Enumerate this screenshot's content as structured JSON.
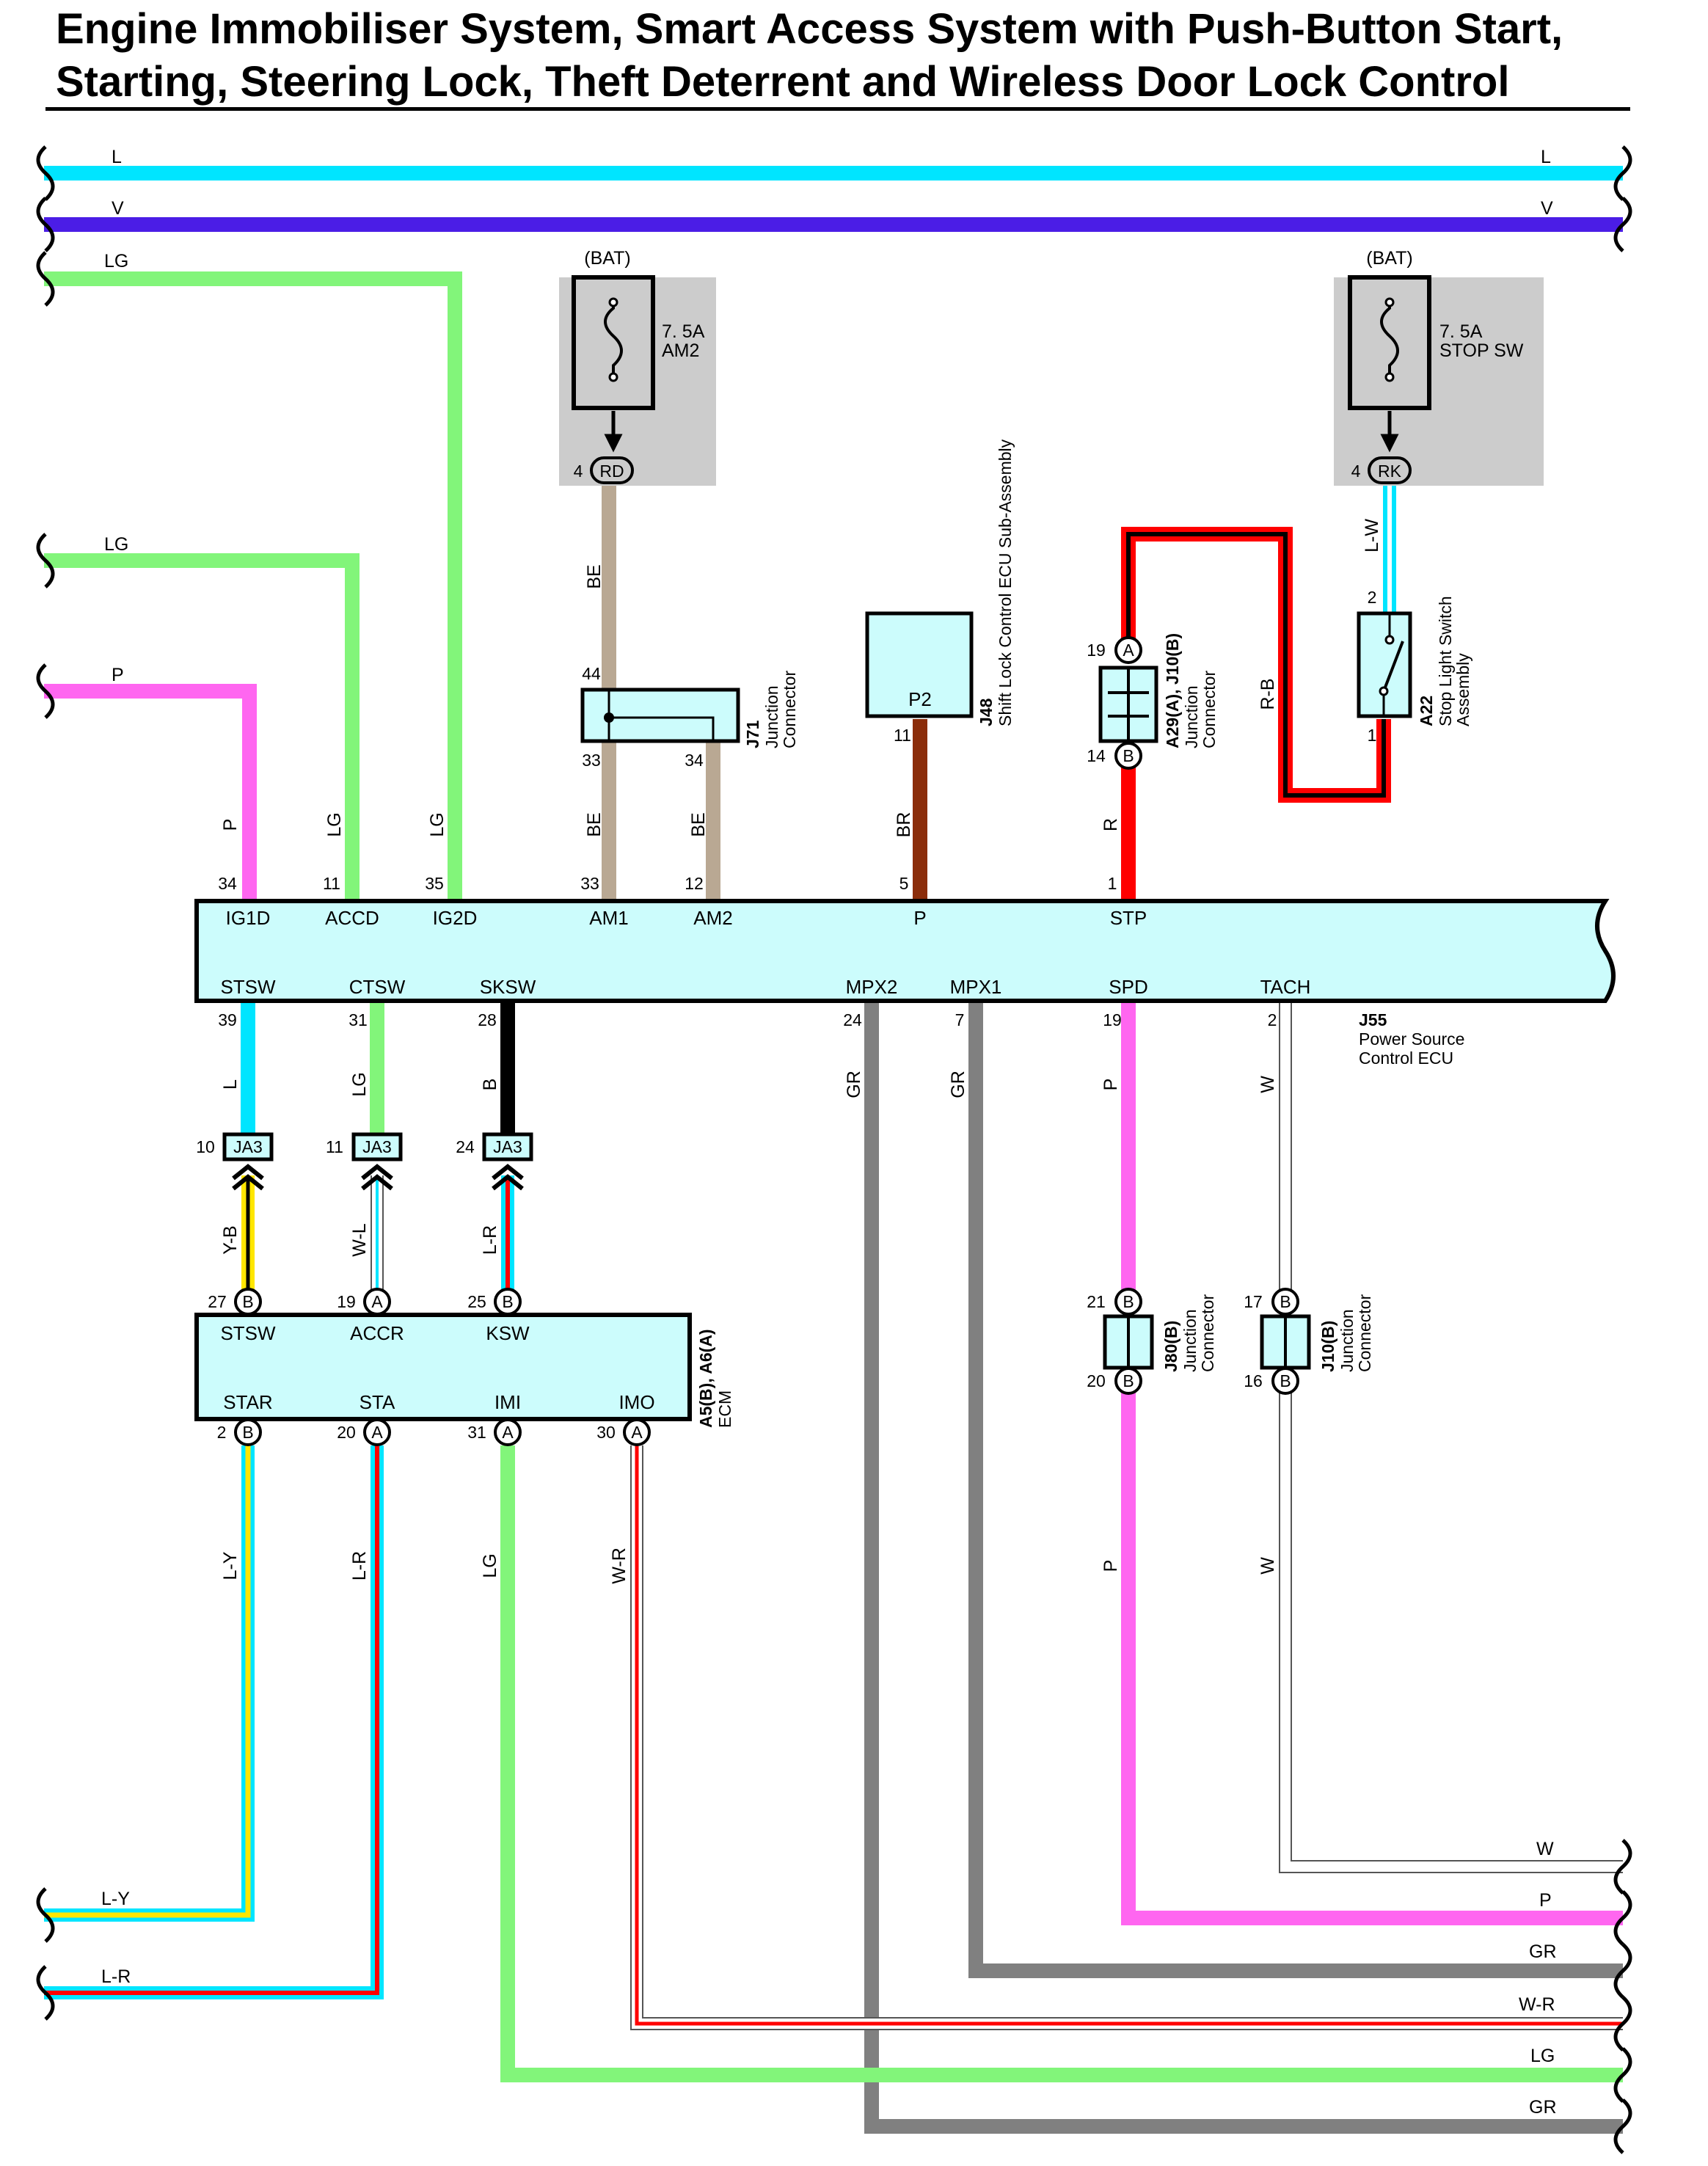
{
  "title": {
    "line1": "Engine Immobiliser System, Smart Access System with Push-Button Start,",
    "line2": "Starting, Steering Lock, Theft Deterrent and Wireless Door Lock Control"
  },
  "colors": {
    "L": "#00e5ff",
    "V": "#4b1de6",
    "LG": "#82f57a",
    "P": "#ff66f0",
    "BE": "#b9a893",
    "BR": "#8b2d0a",
    "R": "#ff0000",
    "B": "#000000",
    "GR": "#808080",
    "W": "#ffffff",
    "Y": "#ffe600",
    "ecu_fill": "#ccfcfc",
    "fuse_box": "#cccccc"
  },
  "bus": {
    "l_left": "L",
    "l_right": "L",
    "v_left": "V",
    "v_right": "V",
    "lg_top": "LG",
    "lg_mid": "LG",
    "p_left": "P"
  },
  "fuses": {
    "am2": {
      "source": "(BAT)",
      "rating": "7. 5A",
      "name": "AM2",
      "pin": "4",
      "connector": "RD"
    },
    "stop": {
      "source": "(BAT)",
      "rating": "7. 5A",
      "name": "STOP SW",
      "pin": "4",
      "connector": "RK"
    }
  },
  "components": {
    "j55": {
      "id": "J55",
      "name_line1": "Power Source",
      "name_line2": "Control ECU",
      "top_terms": [
        "IG1D",
        "ACCD",
        "IG2D",
        "AM1",
        "AM2",
        "P",
        "STP"
      ],
      "bottom_terms": [
        "STSW",
        "CTSW",
        "SKSW",
        "MPX2",
        "MPX1",
        "SPD",
        "TACH"
      ]
    },
    "j71": {
      "id": "J71",
      "name_line1": "Junction",
      "name_line2": "Connector",
      "pin_in": "44",
      "pin_out1": "33",
      "pin_out2": "34"
    },
    "j48": {
      "id": "J48",
      "name": "Shift Lock Control ECU Sub-Assembly",
      "label": "P2",
      "pin": "11"
    },
    "a29": {
      "id": "A29(A), J10(B)",
      "name_line1": "Junction",
      "name_line2": "Connector",
      "pin_top": "19",
      "pin_top_tag": "A",
      "pin_bot": "14",
      "pin_bot_tag": "B"
    },
    "a22": {
      "id": "A22",
      "name_line1": "Stop Light Switch",
      "name_line2": "Assembly",
      "pin_top": "2",
      "pin_bot": "1"
    },
    "ecm": {
      "id": "A5(B), A6(A)",
      "name": "ECM",
      "top_terms": [
        "STSW",
        "ACCR",
        "KSW"
      ],
      "bottom_terms": [
        "STAR",
        "STA",
        "IMI",
        "IMO"
      ]
    },
    "j80": {
      "id": "J80(B)",
      "name_line1": "Junction",
      "name_line2": "Connector",
      "pin_top": "21",
      "pin_bot": "20",
      "tag": "B"
    },
    "j10": {
      "id": "J10(B)",
      "name_line1": "Junction",
      "name_line2": "Connector",
      "pin_top": "17",
      "pin_bot": "16",
      "tag": "B"
    },
    "ja3": {
      "label": "JA3",
      "pin_stsw": "10",
      "pin_ctsw": "11",
      "pin_sksw": "24"
    }
  },
  "pins": {
    "j55_top": [
      "34",
      "11",
      "35",
      "33",
      "12",
      "5",
      "1"
    ],
    "j55_bottom": [
      "39",
      "31",
      "28",
      "24",
      "7",
      "19",
      "2"
    ],
    "ecm_top": [
      {
        "pin": "27",
        "tag": "B"
      },
      {
        "pin": "19",
        "tag": "A"
      },
      {
        "pin": "25",
        "tag": "B"
      }
    ],
    "ecm_bottom": [
      {
        "pin": "2",
        "tag": "B"
      },
      {
        "pin": "20",
        "tag": "A"
      },
      {
        "pin": "31",
        "tag": "A"
      },
      {
        "pin": "30",
        "tag": "A"
      }
    ]
  },
  "wire_labels": {
    "be_rd": "BE",
    "j71_33": "BE",
    "j71_34": "BE",
    "ig1d": "P",
    "accd": "LG",
    "ig2d": "LG",
    "p_br": "BR",
    "stp_r": "R",
    "rb": "R-B",
    "lw": "L-W",
    "stsw": "L",
    "ctsw": "LG",
    "sksw": "B",
    "yb": "Y-B",
    "wl": "W-L",
    "lr_mid": "L-R",
    "mpx2": "GR",
    "mpx1": "GR",
    "spd": "P",
    "tach": "W",
    "ly": "L-Y",
    "lr": "L-R",
    "lg_imi": "LG",
    "wr": "W-R",
    "p_low": "P",
    "w_low": "W"
  },
  "right_outputs": {
    "w": "W",
    "p": "P",
    "gr1": "GR",
    "wr": "W-R",
    "lg": "LG",
    "gr2": "GR"
  },
  "left_outputs": {
    "ly": "L-Y",
    "lr": "L-R"
  }
}
